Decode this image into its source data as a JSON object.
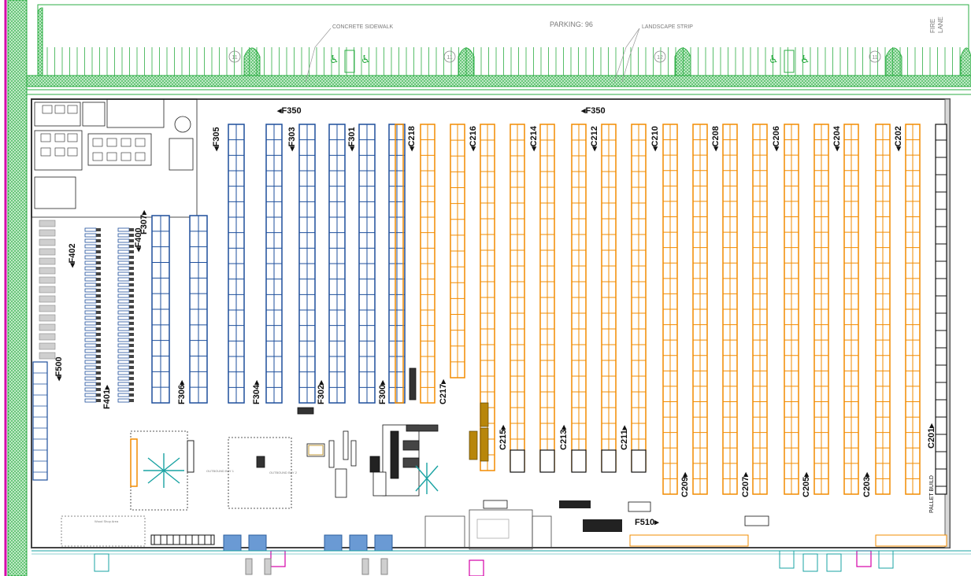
{
  "site": {
    "parking_label": "PARKING: 96",
    "concrete_sidewalk_label": "CONCRETE SIDEWALK",
    "landscape_strip_label": "LANDSCAPE STRIP",
    "fire_lane_label": "FIRE LANE",
    "parking_counts": [
      "11",
      "11",
      "12",
      "11"
    ],
    "outbound_bay_1": "OUTBOUND BAY 1",
    "outbound_bay_2": "OUTBOUND BAY 2",
    "wood_shop_label": "Wood Shop Area",
    "pallet_build_label": "PALLET BUILD"
  },
  "colors": {
    "landscape": "#2eae45",
    "orange_rack": "#f28c00",
    "blue_rack": "#1e4f9c",
    "magenta_wall": "#d400a8",
    "teal_line": "#1aa3a3"
  },
  "labels": {
    "f350_left": "F350",
    "f350_right": "F350",
    "f510": "F510",
    "f305": "F305",
    "f303": "F303",
    "f301": "F301",
    "f304": "F304",
    "f302": "F302",
    "f300": "F300",
    "f306": "F306",
    "f307": "F307",
    "f400": "F400",
    "f401": "F401",
    "f402": "F402",
    "f500": "F500",
    "c218": "C218",
    "c216": "C216",
    "c214": "C214",
    "c212": "C212",
    "c210": "C210",
    "c208": "C208",
    "c206": "C206",
    "c204": "C204",
    "c202": "C202",
    "c217": "C217",
    "c215": "C215",
    "c213": "C213",
    "c211": "C211",
    "c209": "C209",
    "c207": "C207",
    "c205": "C205",
    "c203": "C203",
    "c201": "C201"
  }
}
